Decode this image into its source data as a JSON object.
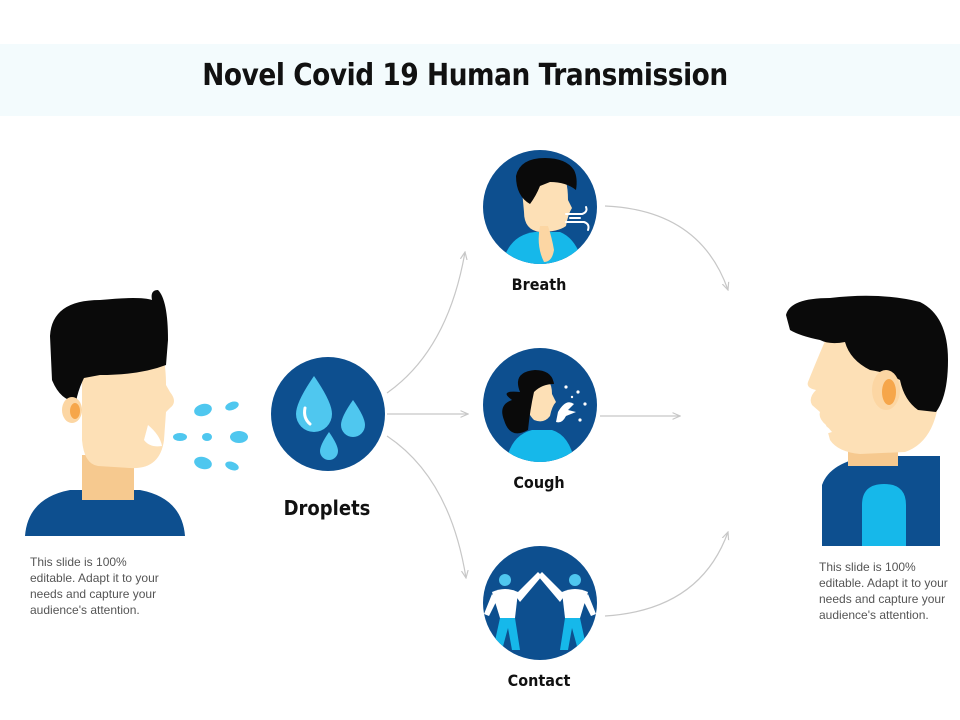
{
  "title": "Novel Covid 19 Human Transmission",
  "source": {
    "label": "Droplets",
    "icon": "water-drops-icon"
  },
  "routes": [
    {
      "label": "Breath",
      "icon": "breathing-person-icon"
    },
    {
      "label": "Cough",
      "icon": "coughing-person-icon"
    },
    {
      "label": "Contact",
      "icon": "high-five-people-icon"
    }
  ],
  "notes": {
    "left": "This slide is 100% editable. Adapt it to your needs and capture your audience's attention.",
    "right": "This slide is 100% editable. Adapt it to your needs and capture your audience's attention."
  },
  "colors": {
    "circle": "#0d4f8f",
    "accent": "#16b8ea",
    "droplet": "#4fc7ef",
    "skin": "#fde0b6",
    "hair": "#0a0a0a",
    "shirt": "#0d4f8f",
    "arrow": "#c7c7c7"
  }
}
